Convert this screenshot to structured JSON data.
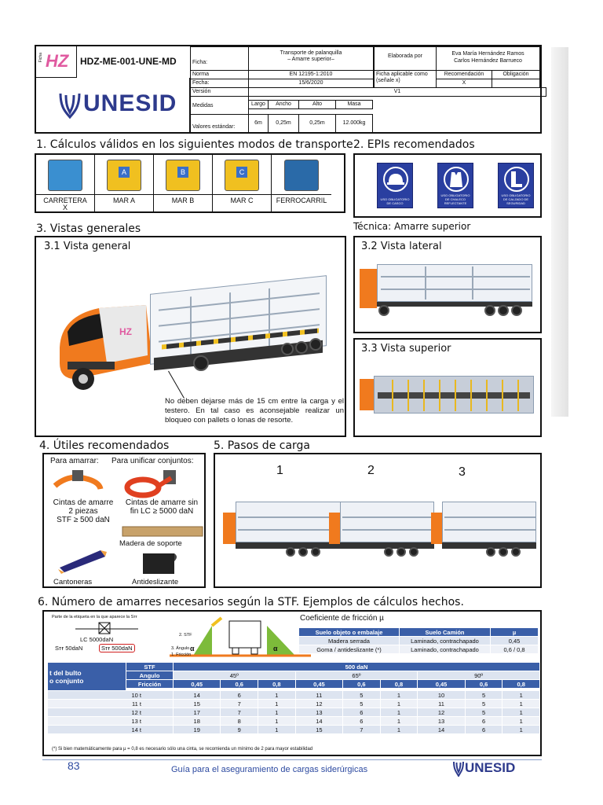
{
  "header": {
    "code": "HDZ-ME-001-UNE-MD",
    "logo_small_label": "Ficha",
    "logo_small_text": "HZ",
    "brand": "UNESID",
    "rows": [
      {
        "label": "Ficha:",
        "value": "Transporte de palanquilla\n– Amarre superior–"
      },
      {
        "label": "Norma",
        "value": "EN 12195-1:2010"
      },
      {
        "label": "Fecha:",
        "value": "15/6/2020"
      },
      {
        "label": "Versión",
        "value": "V1"
      },
      {
        "label": "Medidas",
        "value": ""
      },
      {
        "label": "Valores estándar:",
        "value": ""
      }
    ],
    "measures_labels": [
      "Largo",
      "Ancho",
      "Alto",
      "Masa"
    ],
    "measures_values": [
      "6m",
      "0,25m",
      "0,25m",
      "12.000kg"
    ],
    "elaborada_label": "Elaborada por",
    "elaborada_value": "Eva María Hernández Ramos\nCarlos Hernández Barrueco",
    "ficha_aplicable_label": "Ficha aplicable como (señale x)",
    "recomendacion_label": "Recomendación",
    "obligacion_label": "Obligación",
    "recomendacion_mark": "X"
  },
  "section1": {
    "title": "1. Cálculos válidos en los siguientes modos de transporte",
    "modes": [
      {
        "label": "CARRETERA",
        "mark": "X"
      },
      {
        "label": "MAR A",
        "mark": ""
      },
      {
        "label": "MAR B",
        "mark": ""
      },
      {
        "label": "MAR C",
        "mark": ""
      },
      {
        "label": "FERROCARRIL",
        "mark": ""
      }
    ],
    "mode_badges": [
      "",
      "A",
      "B",
      "C",
      ""
    ]
  },
  "section2": {
    "title": "2. EPIs recomendados",
    "epis": [
      {
        "text": "USO OBLIGATORIO DE CASCO"
      },
      {
        "text": "USO OBLIGATORIO DE CHALECO REFLECTANTE"
      },
      {
        "text": "USO OBLIGATORIO DE CALZADO DE SEGURIDAD"
      }
    ],
    "tecnica": "Técnica: Amarre superior"
  },
  "section3": {
    "title": "3. Vistas generales",
    "general": "3.1 Vista general",
    "lateral": "3.2 Vista lateral",
    "superior": "3.3 Vista superior",
    "truck_logo": "HZ",
    "note": "No deben dejarse más de 15 cm entre la carga y el testero. En tal caso es aconsejable realizar un bloqueo con pallets o lonas de resorte."
  },
  "section4": {
    "title": "4. Útiles recomendados",
    "para_amarrar": "Para amarrar:",
    "para_unificar": "Para unificar conjuntos:",
    "cintas_2": "Cintas de amarre\n2 piezas\nSTF ≥ 500 daN",
    "cintas_sin_fin": "Cintas de amarre sin\nfin LC ≥ 5000 daN",
    "madera": "Madera de soporte",
    "cantoneras": "Cantoneras",
    "antideslizante": "Antideslizante"
  },
  "section5": {
    "title": "5. Pasos de carga",
    "steps": [
      "1",
      "2",
      "3"
    ]
  },
  "section6": {
    "title": "6. Número de amarres necesarios según la STF. Ejemplos de cálculos hechos.",
    "label_note": "Parte de la etiqueta en la que aparece la Sᴛғ",
    "lc_label": "LC 5000daN",
    "stf_left": "Sᴛғ 50daN",
    "stf_right": "Sᴛғ 500daN",
    "stf_label": "2. STF",
    "angulo_label": "3. Ángulo",
    "friccion_label": "1. Fricción",
    "alpha": "α",
    "coef_title": "Coeficiente de fricción µ",
    "coef_headers": [
      "Suelo objeto o embalaje",
      "Suelo Camión",
      "µ"
    ],
    "coef_rows": [
      [
        "Madera serrada",
        "Laminado, contrachapado",
        "0,45"
      ],
      [
        "Goma / antideslizante (*)",
        "Laminado, contrachapado",
        "0,6 / 0,8"
      ]
    ],
    "table": {
      "col0_header": "t del bulto\no conjunto",
      "stf_header": "STF",
      "stf_value": "500 daN",
      "angulo_label": "Angulo",
      "friccion_label": "Fricción",
      "angles": [
        "45º",
        "65º",
        "90º"
      ],
      "frictions": [
        "0,45",
        "0,6",
        "0,8",
        "0,45",
        "0,6",
        "0,8",
        "0,45",
        "0,6",
        "0,8"
      ],
      "rows": [
        {
          "t": "10 t",
          "v": [
            "14",
            "6",
            "1",
            "11",
            "5",
            "1",
            "10",
            "5",
            "1"
          ]
        },
        {
          "t": "11 t",
          "v": [
            "15",
            "7",
            "1",
            "12",
            "5",
            "1",
            "11",
            "5",
            "1"
          ]
        },
        {
          "t": "12 t",
          "v": [
            "17",
            "7",
            "1",
            "13",
            "6",
            "1",
            "12",
            "5",
            "1"
          ]
        },
        {
          "t": "13 t",
          "v": [
            "18",
            "8",
            "1",
            "14",
            "6",
            "1",
            "13",
            "6",
            "1"
          ]
        },
        {
          "t": "14 t",
          "v": [
            "19",
            "9",
            "1",
            "15",
            "7",
            "1",
            "14",
            "6",
            "1"
          ]
        }
      ]
    },
    "footnote": "(*) Si bien matemáticamente para µ = 0,8 es necesario sólo una cinta, se recomienda un mínimo de 2 para mayor estabilidad"
  },
  "footer": {
    "page": "83",
    "guide": "Guía para el aseguramiento de cargas siderúrgicas",
    "brand": "UNESID"
  },
  "colors": {
    "blue": "#3a5fa8",
    "orange": "#f07a1e",
    "navy": "#2d3a8c"
  }
}
